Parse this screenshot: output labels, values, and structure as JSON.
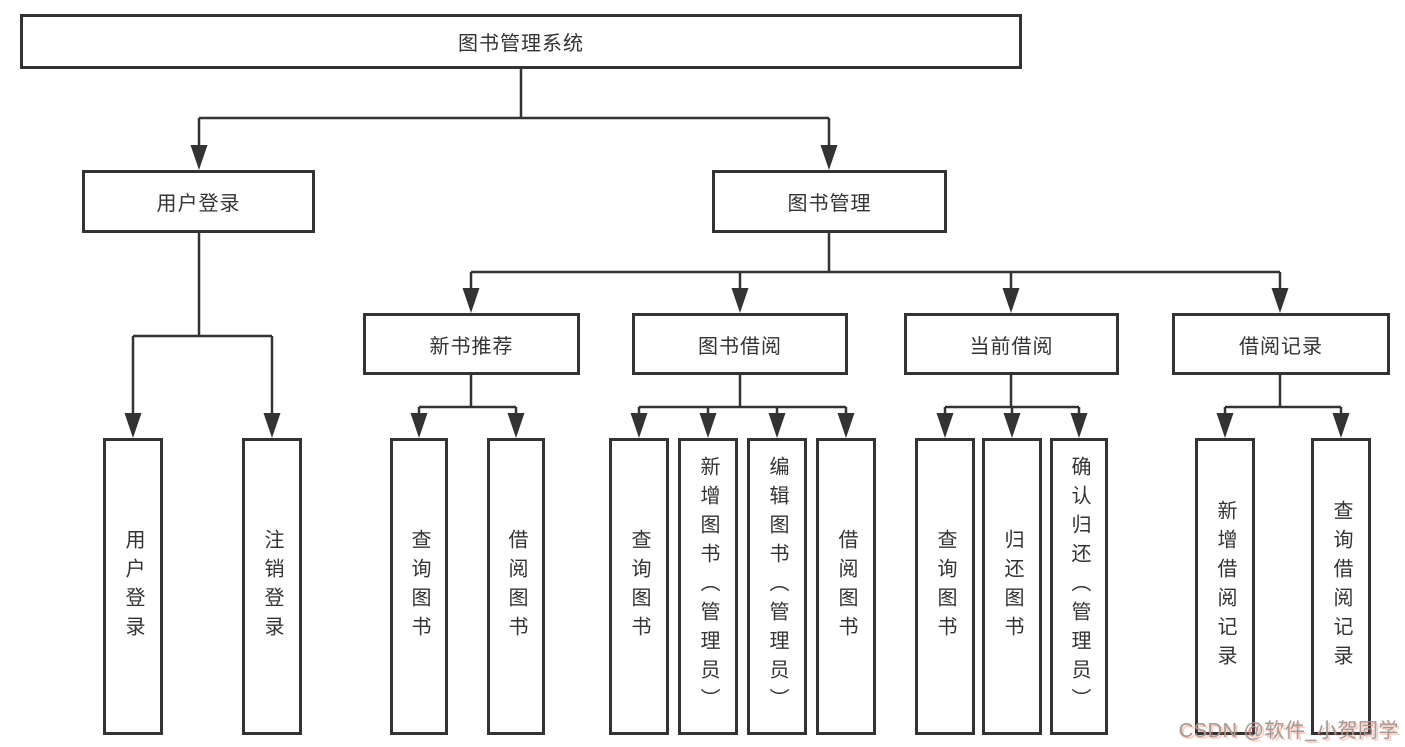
{
  "diagram": {
    "root": {
      "label": "图书管理系统"
    },
    "level2": [
      {
        "label": "用户登录"
      },
      {
        "label": "图书管理"
      }
    ],
    "level3": [
      {
        "label": "新书推荐"
      },
      {
        "label": "图书借阅"
      },
      {
        "label": "当前借阅"
      },
      {
        "label": "借阅记录"
      }
    ],
    "leaves": {
      "user": [
        {
          "label": "用户登录"
        },
        {
          "label": "注销登录"
        }
      ],
      "newbook": [
        {
          "label": "查询图书"
        },
        {
          "label": "借阅图书"
        }
      ],
      "borrow": [
        {
          "label": "查询图书"
        },
        {
          "label": "新增图书（管理员）"
        },
        {
          "label": "编辑图书（管理员）"
        },
        {
          "label": "借阅图书"
        }
      ],
      "current": [
        {
          "label": "查询图书"
        },
        {
          "label": "归还图书"
        },
        {
          "label": "确认归还（管理员）"
        }
      ],
      "record": [
        {
          "label": "新增借阅记录"
        },
        {
          "label": "查询借阅记录"
        }
      ]
    }
  },
  "watermark": {
    "text": "CSDN @软件_小贺同学"
  },
  "colors": {
    "line": "#333333",
    "box_border": "#333333",
    "box_fill": "#ffffff",
    "text": "#333333",
    "watermark_gray": "#9c9c9c",
    "watermark_red": "#fc5531"
  }
}
